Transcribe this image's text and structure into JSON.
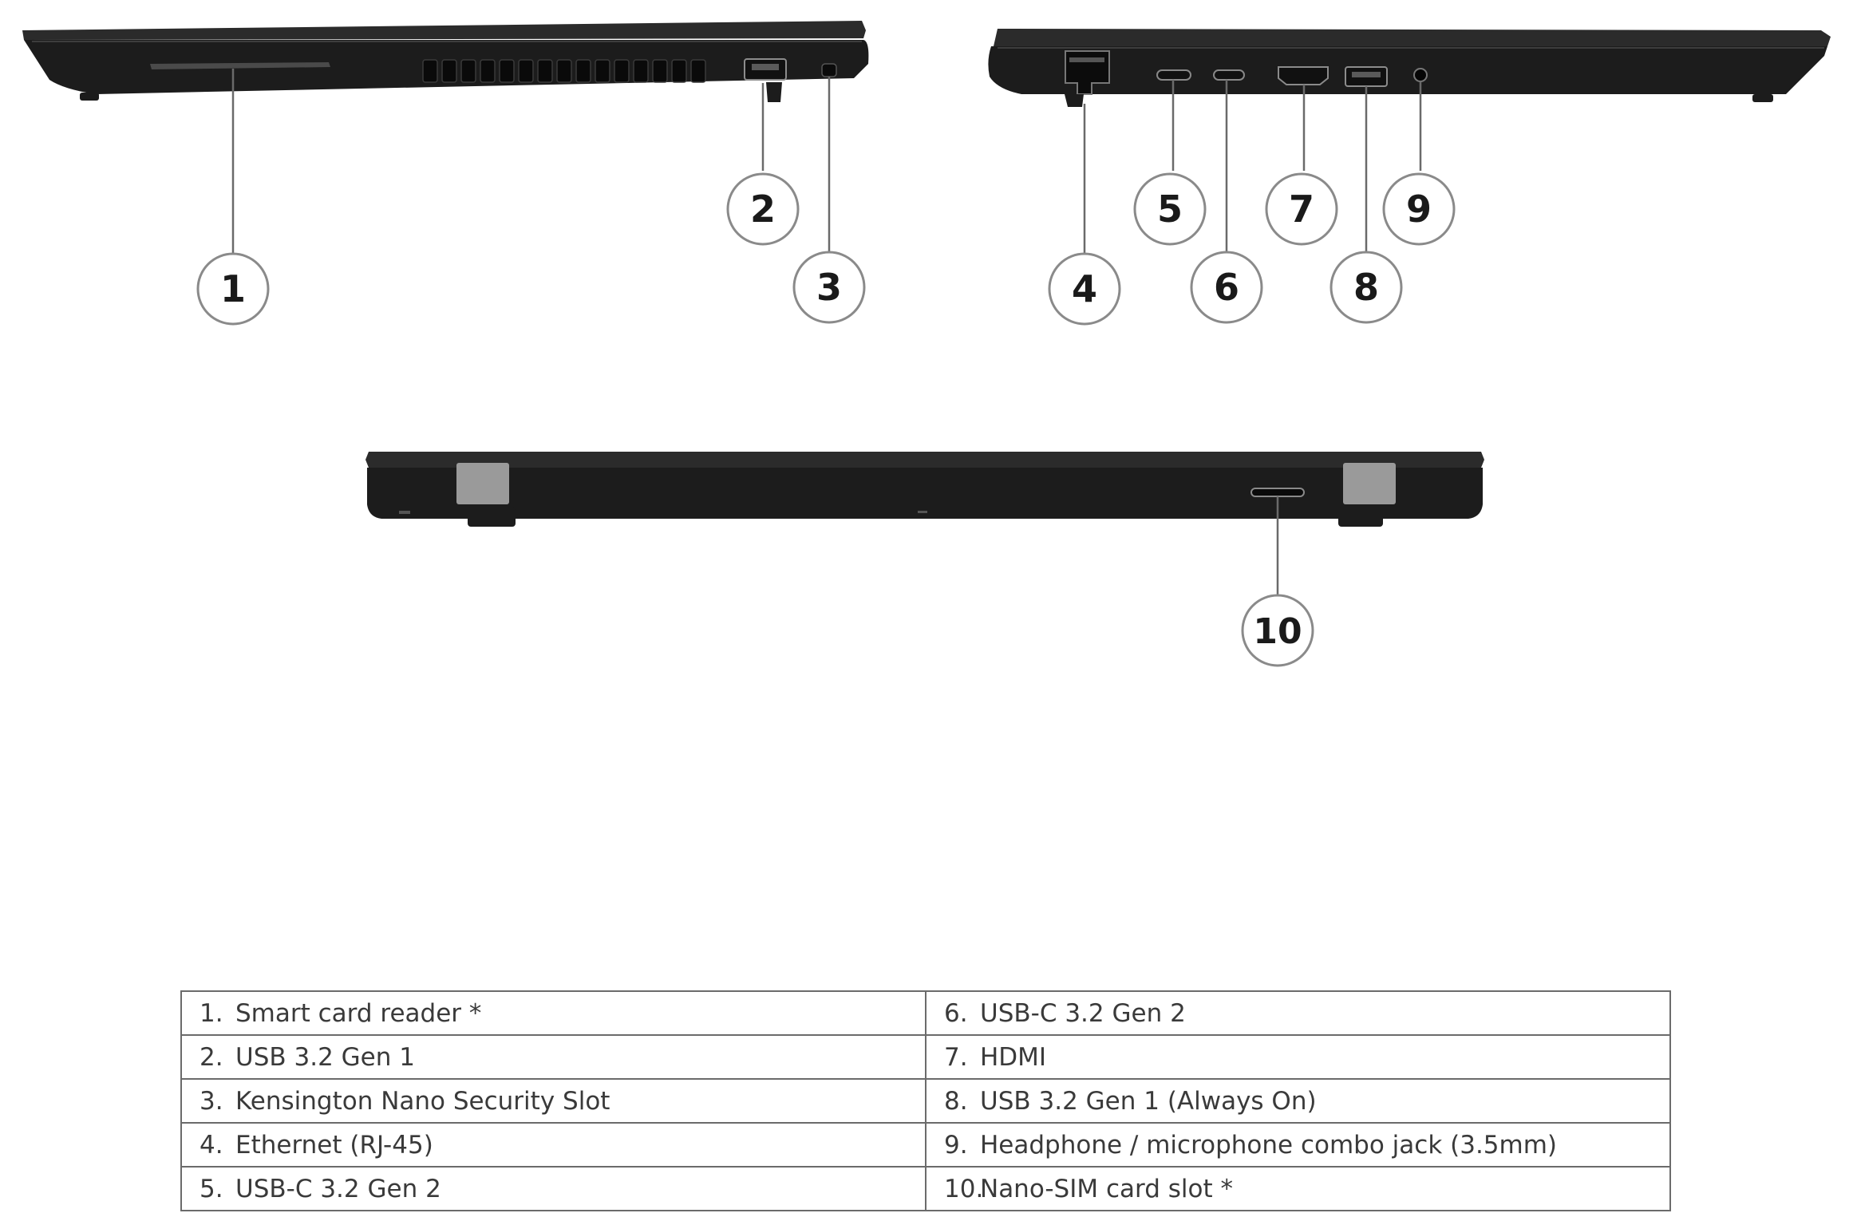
{
  "callouts": [
    "1",
    "2",
    "3",
    "4",
    "5",
    "6",
    "7",
    "8",
    "9",
    "10"
  ],
  "legend": [
    {
      "left": {
        "num": "1.",
        "label": "Smart card reader *"
      },
      "right": {
        "num": "6.",
        "label": "USB-C 3.2 Gen 2"
      }
    },
    {
      "left": {
        "num": "2.",
        "label": "USB 3.2 Gen 1"
      },
      "right": {
        "num": "7.",
        "label": "HDMI"
      }
    },
    {
      "left": {
        "num": "3.",
        "label": "Kensington Nano Security Slot"
      },
      "right": {
        "num": "8.",
        "label": "USB 3.2 Gen 1 (Always On)"
      }
    },
    {
      "left": {
        "num": "4.",
        "label": "Ethernet (RJ-45)"
      },
      "right": {
        "num": "9.",
        "label": "Headphone / microphone combo jack (3.5mm)"
      }
    },
    {
      "left": {
        "num": "5.",
        "label": "USB-C 3.2 Gen 2"
      },
      "right": {
        "num": "10.",
        "label": "Nano-SIM card slot *"
      }
    }
  ],
  "colors": {
    "chassis": "#1c1c1c",
    "chassis_top": "#2a2a2a",
    "hinge": "#9a9a9a",
    "leader_line": "#6a6a6a",
    "callout_ring": "#8a8a8a",
    "callout_text": "#1a1a1a",
    "table_border": "#6b6b6b",
    "table_text": "#3a3a3a"
  }
}
